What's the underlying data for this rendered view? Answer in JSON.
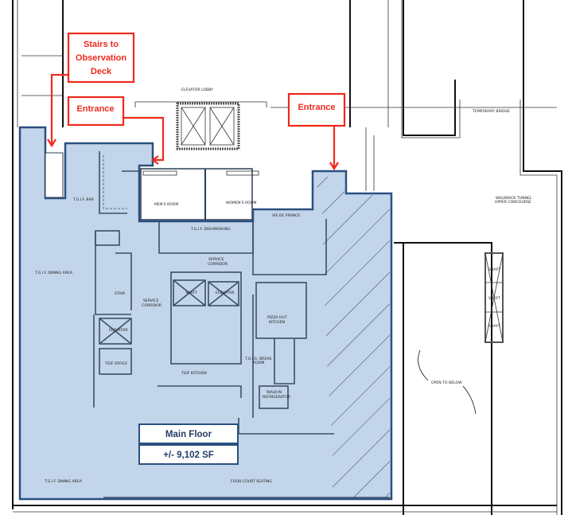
{
  "callouts": {
    "stairs": [
      "Stairs to",
      "Observation",
      "Deck"
    ],
    "entrance_left": "Entrance",
    "entrance_right": "Entrance"
  },
  "summary": {
    "title": "Main Floor",
    "area": "+/- 9,102 SF"
  },
  "rooms": {
    "elevator_lobby": "ELEVATOR LOBBY",
    "temporary_bridge": "TEMPORARY BRIDGE",
    "tgif_bar": "T.G.I.F. BAR",
    "mens_room": "MEN'S ROOM",
    "womens_room": "WOMEN'S ROOM",
    "vie_de_france": "VIE DE FRANCE",
    "tgif_dishwashing": "T.G.I.F. DISHWASHING",
    "service_corridor_top": [
      "SERVICE",
      "CORRIDOR"
    ],
    "tgif_dining_area_top": "T.G.I.F. DINING AREA",
    "stair": "STAIR",
    "service_corridor_left": [
      "SERVICE",
      "CORRIDOR"
    ],
    "shaft": "SHAFT",
    "elevator_center": "ELEVATOR",
    "elevator_left": "ELEVATOR",
    "pizza_hut_kitchen": [
      "PIZZA HUT",
      "KITCHEN"
    ],
    "tgif_office": "TGIF OFFICE",
    "tgif_kitchen": "TGIF KITCHEN",
    "tgig_break_room": [
      "T.G.I.G. BREAK",
      "ROOM"
    ],
    "walk_in_refrigerator": [
      "WALK-IN",
      "REFRIGERATOR"
    ],
    "walkback_tunnel": [
      "WALKBACK TUNNEL",
      "UPPER CONCOURSE"
    ],
    "shaft_right": [
      "SHAFT",
      "SHAFT",
      "SHAFT"
    ],
    "open_to_below": "OPEN TO BELOW",
    "tgif_dining_area_bottom": "T.G.I.F. DINING AREA",
    "food_court_seating": "FOOD COURT SEATING"
  },
  "colors": {
    "leased_area": "#c3d5ea",
    "outline": "#2a5080",
    "callout": "#ee2a1c"
  }
}
